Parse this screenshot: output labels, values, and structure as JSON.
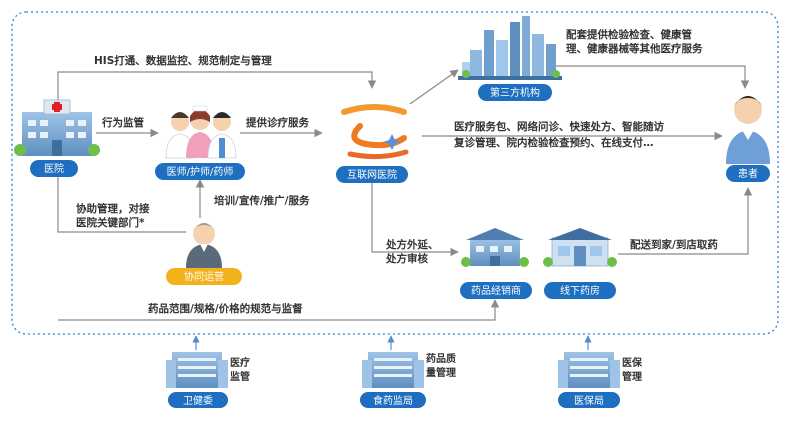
{
  "colors": {
    "pill_blue": "#1f6fc0",
    "pill_gold": "#f2b21c",
    "arrow": "#8a8a8a",
    "border": "#2f7fd0",
    "building": "#7fa9d4",
    "building_dark": "#4f7fae"
  },
  "nodes": {
    "hospital": "医院",
    "doctors": "医师/护师/药师",
    "internet_hospital": "互联网医院",
    "third_party": "第三方机构",
    "patient": "患者",
    "coop": "协同运营",
    "distributor": "药品经销商",
    "pharmacy": "线下药房",
    "health_commission": "卫健委",
    "fda": "食药监局",
    "insurance": "医保局"
  },
  "edges": {
    "his": "HIS打通、数据监控、规范制定与管理",
    "behavior": "行为监管",
    "service": "提供诊疗服务",
    "third_party_l1": "配套提供检验检查、健康管",
    "third_party_l2": "理、健康器械等其他医疗服务",
    "services_l1": "医疗服务包、网络问诊、快速处方、智能随访",
    "services_l2": "复诊管理、院内检验检查预约、在线支付…",
    "assist_l1": "协助管理，对接",
    "assist_l2": "医院关键部门*",
    "training": "培训/宣传/推广/服务",
    "rx_l1": "处方外延、",
    "rx_l2": "处方审核",
    "delivery": "配送到家/到店取药",
    "drug_reg": "药品范围/规格/价格的规范与监督"
  },
  "regulators": {
    "health_l1": "医疗",
    "health_l2": "监管",
    "fda_l1": "药品质",
    "fda_l2": "量管理",
    "ins_l1": "医保",
    "ins_l2": "管理"
  }
}
